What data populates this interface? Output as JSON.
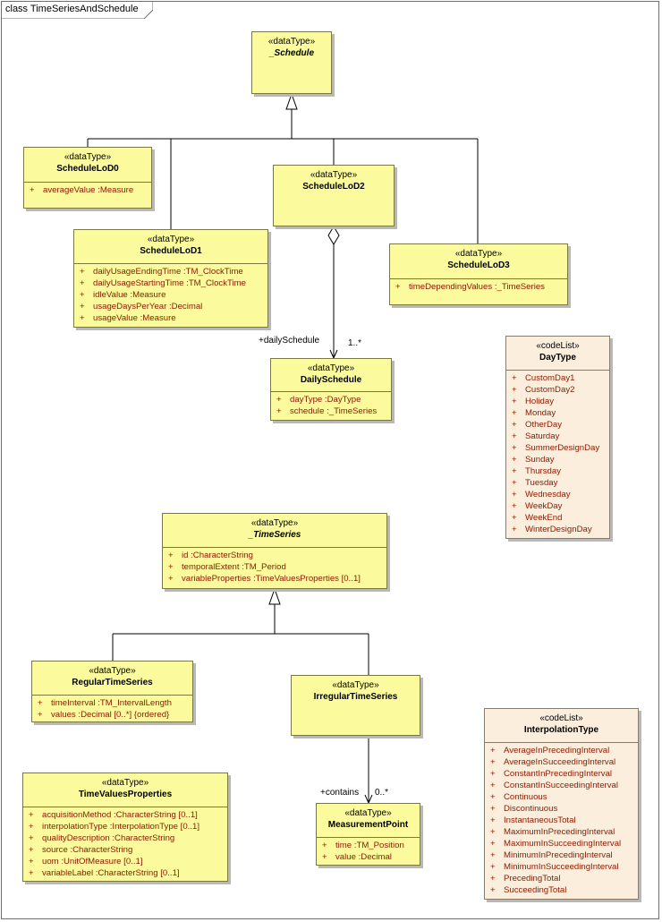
{
  "frame": {
    "title": "class TimeSeriesAndSchedule"
  },
  "boxes": {
    "schedule": {
      "stereo": "«dataType»",
      "name": "_Schedule",
      "attrs": []
    },
    "lod0": {
      "stereo": "«dataType»",
      "name": "ScheduleLoD0",
      "attrs": [
        {
          "vis": "+",
          "text": "averageValue  :Measure"
        }
      ]
    },
    "lod1": {
      "stereo": "«dataType»",
      "name": "ScheduleLoD1",
      "attrs": [
        {
          "vis": "+",
          "text": "dailyUsageEndingTime  :TM_ClockTime"
        },
        {
          "vis": "+",
          "text": "dailyUsageStartingTime  :TM_ClockTime"
        },
        {
          "vis": "+",
          "text": "idleValue  :Measure"
        },
        {
          "vis": "+",
          "text": "usageDaysPerYear  :Decimal"
        },
        {
          "vis": "+",
          "text": "usageValue  :Measure"
        }
      ]
    },
    "lod2": {
      "stereo": "«dataType»",
      "name": "ScheduleLoD2",
      "attrs": []
    },
    "lod3": {
      "stereo": "«dataType»",
      "name": "ScheduleLoD3",
      "attrs": [
        {
          "vis": "+",
          "text": "timeDependingValues  :_TimeSeries"
        }
      ]
    },
    "daily": {
      "stereo": "«dataType»",
      "name": "DailySchedule",
      "attrs": [
        {
          "vis": "+",
          "text": "dayType  :DayType"
        },
        {
          "vis": "+",
          "text": "schedule  :_TimeSeries"
        }
      ]
    },
    "daytype": {
      "stereo": "«codeList»",
      "name": "DayType",
      "attrs": [
        {
          "vis": "+",
          "text": "CustomDay1"
        },
        {
          "vis": "+",
          "text": "CustomDay2"
        },
        {
          "vis": "+",
          "text": "Holiday"
        },
        {
          "vis": "+",
          "text": "Monday"
        },
        {
          "vis": "+",
          "text": "OtherDay"
        },
        {
          "vis": "+",
          "text": "Saturday"
        },
        {
          "vis": "+",
          "text": "SummerDesignDay"
        },
        {
          "vis": "+",
          "text": "Sunday"
        },
        {
          "vis": "+",
          "text": "Thursday"
        },
        {
          "vis": "+",
          "text": "Tuesday"
        },
        {
          "vis": "+",
          "text": "Wednesday"
        },
        {
          "vis": "+",
          "text": "WeekDay"
        },
        {
          "vis": "+",
          "text": "WeekEnd"
        },
        {
          "vis": "+",
          "text": "WinterDesignDay"
        }
      ]
    },
    "timeseries": {
      "stereo": "«dataType»",
      "name": "_TimeSeries",
      "attrs": [
        {
          "vis": "+",
          "text": "id  :CharacterString"
        },
        {
          "vis": "+",
          "text": "temporalExtent  :TM_Period"
        },
        {
          "vis": "+",
          "text": "variableProperties  :TimeValuesProperties [0..1]"
        }
      ]
    },
    "regular": {
      "stereo": "«dataType»",
      "name": "RegularTimeSeries",
      "attrs": [
        {
          "vis": "+",
          "text": "timeInterval  :TM_IntervalLength"
        },
        {
          "vis": "+",
          "text": "values  :Decimal [0..*] {ordered}"
        }
      ]
    },
    "irregular": {
      "stereo": "«dataType»",
      "name": "IrregularTimeSeries",
      "attrs": []
    },
    "interp": {
      "stereo": "«codeList»",
      "name": "InterpolationType",
      "attrs": [
        {
          "vis": "+",
          "text": "AverageInPrecedingInterval"
        },
        {
          "vis": "+",
          "text": "AverageInSucceedingInterval"
        },
        {
          "vis": "+",
          "text": "ConstantInPrecedingInterval"
        },
        {
          "vis": "+",
          "text": "ConstantInSucceedingInterval"
        },
        {
          "vis": "+",
          "text": "Continuous"
        },
        {
          "vis": "+",
          "text": "Discontinuous"
        },
        {
          "vis": "+",
          "text": "InstantaneousTotal"
        },
        {
          "vis": "+",
          "text": "MaximumInPrecedingInterval"
        },
        {
          "vis": "+",
          "text": "MaximumInSucceedingInterval"
        },
        {
          "vis": "+",
          "text": "MinimumInPrecedingInterval"
        },
        {
          "vis": "+",
          "text": "MinimumInSucceedingInterval"
        },
        {
          "vis": "+",
          "text": "PrecedingTotal"
        },
        {
          "vis": "+",
          "text": "SucceedingTotal"
        }
      ]
    },
    "tvp": {
      "stereo": "«dataType»",
      "name": "TimeValuesProperties",
      "attrs": [
        {
          "vis": "+",
          "text": "acquisitionMethod  :CharacterString [0..1]"
        },
        {
          "vis": "+",
          "text": "interpolationType  :InterpolationType [0..1]"
        },
        {
          "vis": "+",
          "text": "qualityDescription  :CharacterString"
        },
        {
          "vis": "+",
          "text": "source  :CharacterString"
        },
        {
          "vis": "+",
          "text": "uom  :UnitOfMeasure [0..1]"
        },
        {
          "vis": "+",
          "text": "variableLabel  :CharacterString [0..1]"
        }
      ]
    },
    "mpoint": {
      "stereo": "«dataType»",
      "name": "MeasurementPoint",
      "attrs": [
        {
          "vis": "+",
          "text": "time  :TM_Position"
        },
        {
          "vis": "+",
          "text": "value  :Decimal"
        }
      ]
    }
  },
  "labels": {
    "daily_role": "+dailySchedule",
    "daily_mult": "1..*",
    "contains_role": "+contains",
    "contains_mult": "0..*"
  },
  "colors": {
    "datatype_fill": "#fbfa9c",
    "codelist_fill": "#fbeedd",
    "attribute_text": "#8b1a00"
  }
}
